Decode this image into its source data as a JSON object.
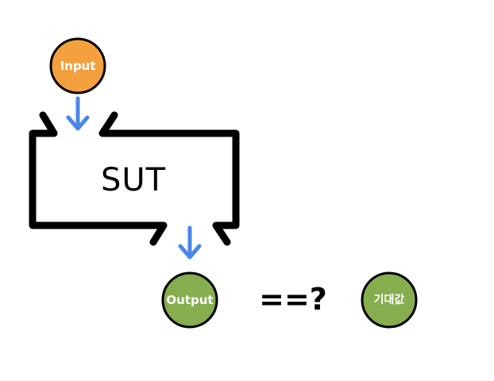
{
  "nodes": {
    "input": {
      "label": "Input",
      "fill": "#F4A03F"
    },
    "output": {
      "label": "Output",
      "fill": "#86AD4E"
    },
    "expected": {
      "label": "기대값",
      "fill": "#86AD4E"
    }
  },
  "sut": {
    "label": "SUT"
  },
  "comparison": {
    "label": "==?"
  },
  "colors": {
    "arrow": "#4A86E8",
    "outline": "#000000",
    "node_stroke": "#000000"
  }
}
